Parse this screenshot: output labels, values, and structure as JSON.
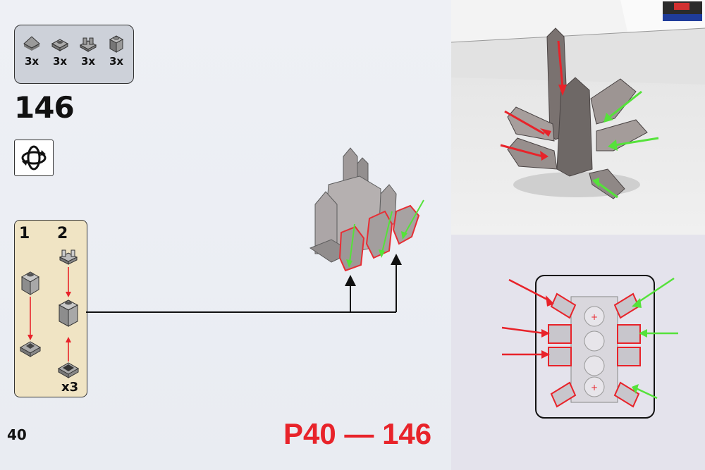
{
  "parts_list": {
    "items": [
      {
        "icon": "tile-slope-icon",
        "qty": "3x"
      },
      {
        "icon": "plate-1x1-clip-icon",
        "qty": "3x"
      },
      {
        "icon": "plate-handle-icon",
        "qty": "3x"
      },
      {
        "icon": "brick-1x1-icon",
        "qty": "3x"
      }
    ]
  },
  "step": {
    "number": "146"
  },
  "rotate": {
    "icon": "rotate-model-icon"
  },
  "substeps": {
    "labels": [
      "1",
      "2"
    ],
    "multiplier": "x3"
  },
  "page": {
    "number": "40"
  },
  "caption": {
    "text": "P40 — 146"
  },
  "colors": {
    "annotation_red": "#e8232a",
    "annotation_green": "#55e23a",
    "substep_bg": "#f0e4c4",
    "parts_bg": "#cdd1d9"
  }
}
